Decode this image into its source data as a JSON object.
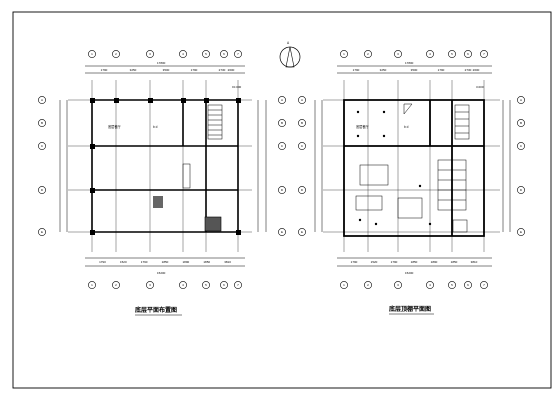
{
  "drawing": {
    "north_label": "A",
    "plans": [
      {
        "id": "left",
        "caption": "底层平面布置图",
        "room_label_1": "底层餐厅",
        "room_label_2": "b d",
        "level_mark": "±0.000",
        "top_overall_dim": "17800",
        "bottom_overall_dim": "15200",
        "axis_top": [
          "1",
          "2",
          "3",
          "4",
          "5",
          "6",
          "7"
        ],
        "axis_left": [
          "A",
          "B",
          "C",
          "D",
          "E"
        ],
        "top_dims": [
          "1790",
          "3250",
          "3500",
          "1790",
          "2730",
          "2600"
        ],
        "bottom_dims": [
          "1790",
          "1520",
          "1790",
          "1850",
          "1890",
          "1850",
          "3810"
        ]
      },
      {
        "id": "right",
        "caption": "底层顶棚平面图",
        "room_label_1": "底层餐厅",
        "room_label_2": "b d",
        "level_mark": "3.000",
        "top_overall_dim": "17800",
        "bottom_overall_dim": "15200",
        "axis_top": [
          "1",
          "2",
          "3",
          "4",
          "5",
          "6",
          "7"
        ],
        "axis_left": [
          "A",
          "B",
          "C",
          "D",
          "E"
        ],
        "top_dims": [
          "1790",
          "3250",
          "3500",
          "1790",
          "2730",
          "2600"
        ],
        "bottom_dims": [
          "1790",
          "1520",
          "1790",
          "1850",
          "1890",
          "1850",
          "3810"
        ]
      }
    ]
  }
}
